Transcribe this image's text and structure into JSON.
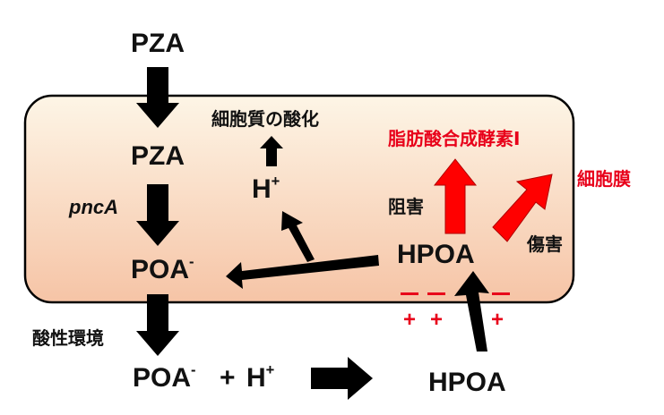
{
  "labels": {
    "pza_outside": "PZA",
    "pza_inside": "PZA",
    "pnca": "pncA",
    "poa_minus_inside": "POA",
    "poa_minus_sup": "-",
    "acidic_env": "酸性環境",
    "poa_minus_outside": "POA",
    "poa_minus_outside_sup": "-",
    "plus_sign": "+",
    "h_plus_outside": "H",
    "h_plus_outside_sup": "+",
    "hpoa_outside": "HPOA",
    "hpoa_inside": "HPOA",
    "h_plus_inside": "H",
    "h_plus_inside_sup": "+",
    "cytoplasm_acidification": "細胞質の酸化",
    "fatty_acid_synthase": "脂肪酸合成酵素I",
    "inhibition": "阻害",
    "cell_membrane": "細胞膜",
    "damage": "傷害"
  },
  "membrane_charges": {
    "negative": [
      "−",
      "−",
      "−"
    ],
    "positive": [
      "+",
      "+",
      "+"
    ]
  },
  "colors": {
    "cell_gradient_top": "#fdf5e6",
    "cell_gradient_bottom": "#f6c4a6",
    "arrow_black": "#000000",
    "arrow_red": "#ff0000",
    "red_text": "#e8001a"
  }
}
